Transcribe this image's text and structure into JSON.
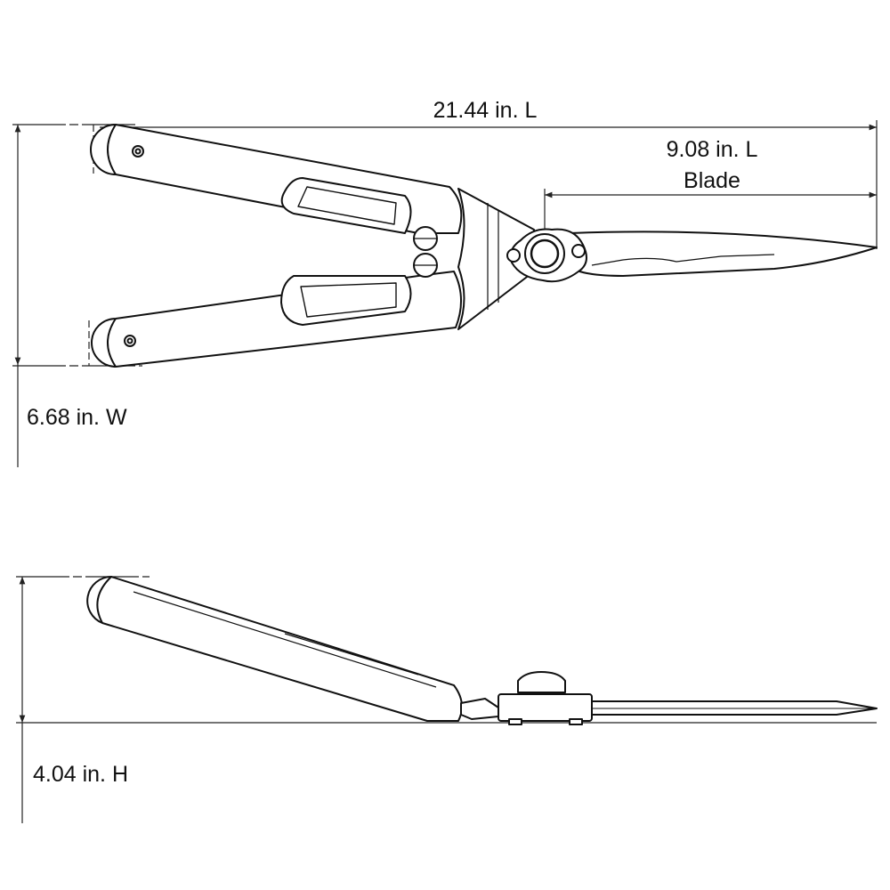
{
  "diagram": {
    "top_view": {
      "overall_length": "21.44 in. L",
      "blade_length": "9.08 in. L",
      "blade_label": "Blade",
      "width": "6.68 in. W"
    },
    "side_view": {
      "height": "4.04 in. H"
    },
    "colors": {
      "line": "#111111",
      "dimension": "#222222",
      "background": "#ffffff"
    }
  }
}
